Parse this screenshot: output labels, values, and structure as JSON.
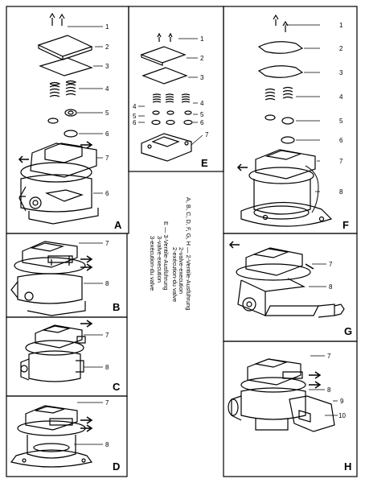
{
  "panels": [
    {
      "id": "A",
      "labels": [
        "1",
        "2",
        "3",
        "4",
        "5",
        "6",
        "7",
        "6"
      ]
    },
    {
      "id": "B",
      "labels": [
        "7",
        "8"
      ]
    },
    {
      "id": "C",
      "labels": [
        "7",
        "8"
      ]
    },
    {
      "id": "D",
      "labels": [
        "7",
        "8"
      ]
    },
    {
      "id": "E",
      "labels": [
        "1",
        "2",
        "3",
        "4",
        "4",
        "5",
        "5",
        "6",
        "6",
        "7"
      ]
    },
    {
      "id": "F",
      "labels": [
        "1",
        "2",
        "3",
        "4",
        "5",
        "6",
        "7",
        "8"
      ]
    },
    {
      "id": "G",
      "labels": [
        "7",
        "8"
      ]
    },
    {
      "id": "H",
      "labels": [
        "7",
        "8",
        "9",
        "10"
      ]
    }
  ],
  "legend": {
    "line1": "A, B, C, D, F, G, H — 2-Ventile-Ausführung",
    "line2": "2-valve-execution",
    "line3": "2-exécution-du valve",
    "line4": "E — 3-Ventile-Ausführung",
    "line5": "3-valve-execution",
    "line6": "3-exécution-du valve"
  }
}
